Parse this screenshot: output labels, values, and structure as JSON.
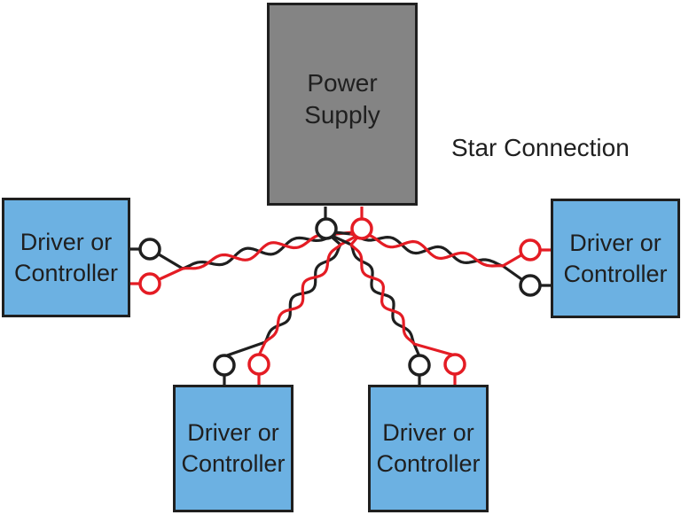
{
  "title": "Star Connection",
  "power_supply": {
    "label": [
      "Power",
      "Supply"
    ]
  },
  "controllers": [
    {
      "position": "left",
      "label": [
        "Driver or",
        "Controller"
      ]
    },
    {
      "position": "right",
      "label": [
        "Driver or",
        "Controller"
      ]
    },
    {
      "position": "bottom-left",
      "label": [
        "Driver or",
        "Controller"
      ]
    },
    {
      "position": "bottom-right",
      "label": [
        "Driver or",
        "Controller"
      ]
    }
  ],
  "colors": {
    "wire_black": "#1f1f1f",
    "wire_red": "#e41c24",
    "controller_fill": "#6cb1e2",
    "power_supply_fill": "#848484",
    "box_border": "#1f1f1f",
    "text": "#1f1f1f",
    "terminal_fill": "#ffffff",
    "background": "#ffffff"
  }
}
